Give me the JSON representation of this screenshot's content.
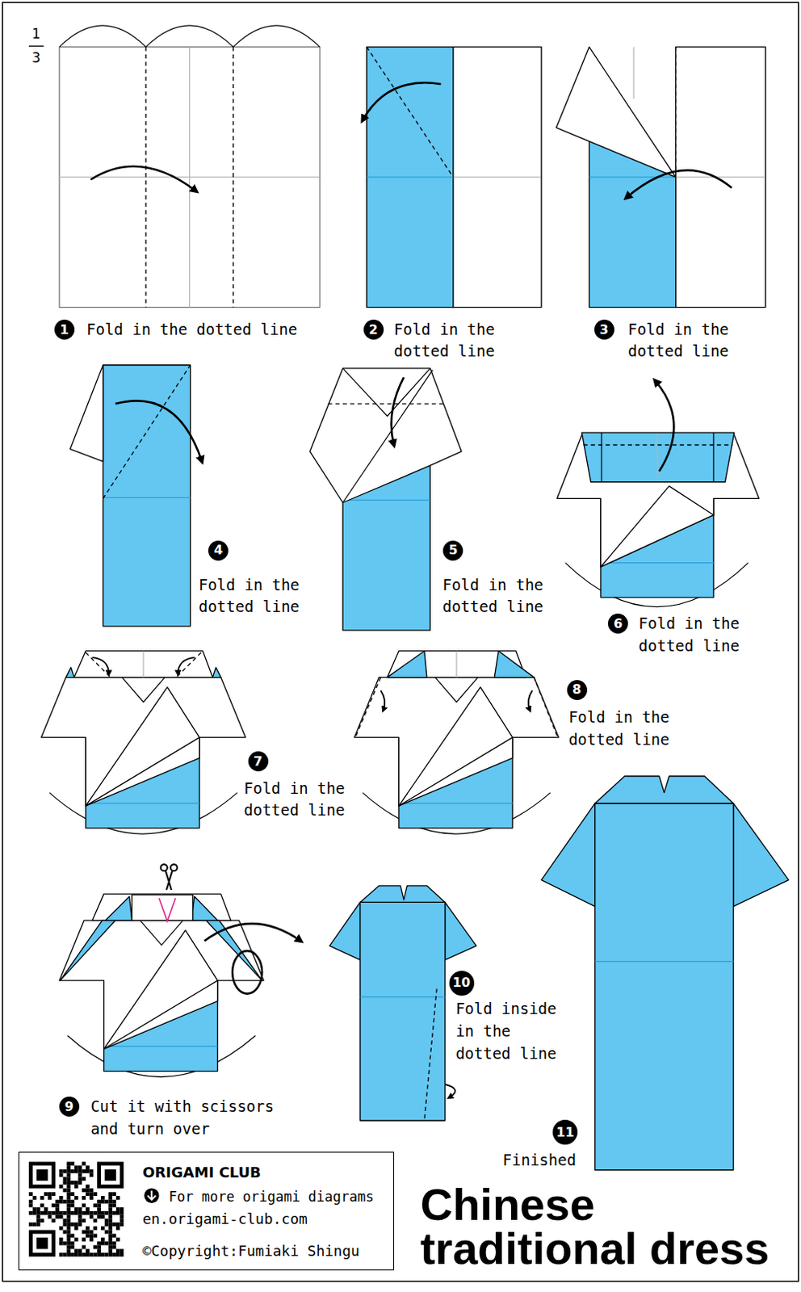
{
  "diagram": {
    "title": "Chinese traditional dress",
    "nodes": [
      {
        "text": [
          "1"
        ]
      },
      {
        "text": [
          "2"
        ]
      },
      {
        "text": [
          "3"
        ]
      },
      {
        "text": [
          "4"
        ]
      },
      {
        "text": [
          "5"
        ]
      },
      {
        "text": [
          "6"
        ]
      },
      {
        "text": [
          "7"
        ]
      },
      {
        "text": [
          "8"
        ]
      },
      {
        "text": [
          "9"
        ]
      },
      {
        "text": [
          "10"
        ]
      },
      {
        "text": [
          "11"
        ]
      },
      {
        "text": [
          "ORIGAMI CLUB",
          "For more origami diagrams",
          "en.origami-club.com",
          "©Copyright:Fumiaki Shingu"
        ]
      }
    ],
    "labels": [
      "1",
      "3",
      "Fold in the dotted line",
      "Fold in the dotted line",
      "Fold in the dotted line",
      "Fold in the dotted line",
      "Fold in the dotted line",
      "Fold in the dotted line",
      "Fold in the dotted line",
      "Fold in the dotted line",
      "Cut it with scissors and turn over",
      "Fold inside in the dotted line",
      "Finished"
    ]
  }
}
